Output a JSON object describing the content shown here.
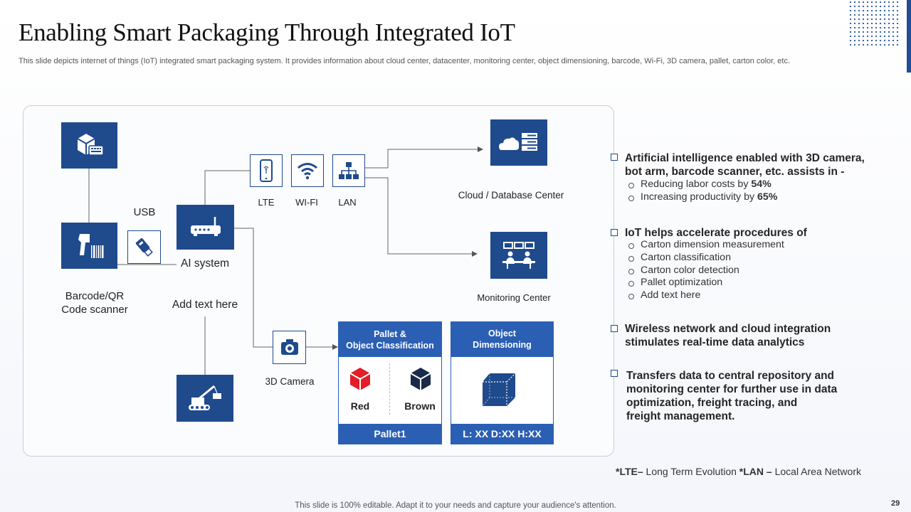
{
  "page": {
    "title": "Enabling Smart Packaging Through Integrated IoT",
    "subtitle": "This slide depicts internet of things (IoT) integrated smart packaging system. It provides information about cloud center, datacenter, monitoring center, object dimensioning, barcode, Wi-Fi, 3D camera, pallet, carton color, etc.",
    "footer": "This slide is 100% editable. Adapt it to your needs and capture your audience's attention.",
    "page_number": "29"
  },
  "diagram": {
    "usb_label": "USB",
    "barcode_label_1": "Barcode/QR",
    "barcode_label_2": "Code scanner",
    "ai_label": "AI system",
    "add_text": "Add text here",
    "lte_label": "LTE",
    "wifi_label": "WI-FI",
    "lan_label": "LAN",
    "cloud_label": "Cloud / Database Center",
    "monitoring_label": "Monitoring Center",
    "camera_label": "3D Camera",
    "pallet_card": {
      "title_1": "Pallet &",
      "title_2": "Object Classification",
      "red_label": "Red",
      "brown_label": "Brown",
      "footer": "Pallet1"
    },
    "object_card": {
      "title_1": "Object",
      "title_2": "Dimensioning",
      "footer": "L: XX D:XX H:XX"
    }
  },
  "bullets": {
    "b1_line1": "Artificial  intelligence enabled with 3D camera,",
    "b1_line2": "bot arm,  barcode scanner, etc. assists in -",
    "b1_sub1_pre": "Reducing labor costs by ",
    "b1_sub1_val": "54%",
    "b1_sub2_pre": "Increasing productivity by ",
    "b1_sub2_val": "65%",
    "b2_head": "IoT helps accelerate procedures of",
    "b2_subs": [
      "Carton dimension measurement",
      "Carton classification",
      "Carton color detection",
      "Pallet optimization",
      "Add text here"
    ],
    "b3_line1": "Wireless network and cloud integration",
    "b3_line2": "stimulates real-time data analytics",
    "b4_line1": "Transfers data to central repository and",
    "b4_line2": "monitoring center for further use in data",
    "b4_line3": "optimization, freight tracing, and",
    "b4_line4": "freight management."
  },
  "footnote": {
    "lte_abbr": "*LTE–",
    "lte_text": " Long Term Evolution ",
    "lan_abbr": "*LAN –",
    "lan_text": " Local Area Network"
  },
  "colors": {
    "primary": "#1f4a8c",
    "accent": "#2b5fb4",
    "red_cube": "#e41e26",
    "dark_cube": "#1a2a4a"
  }
}
